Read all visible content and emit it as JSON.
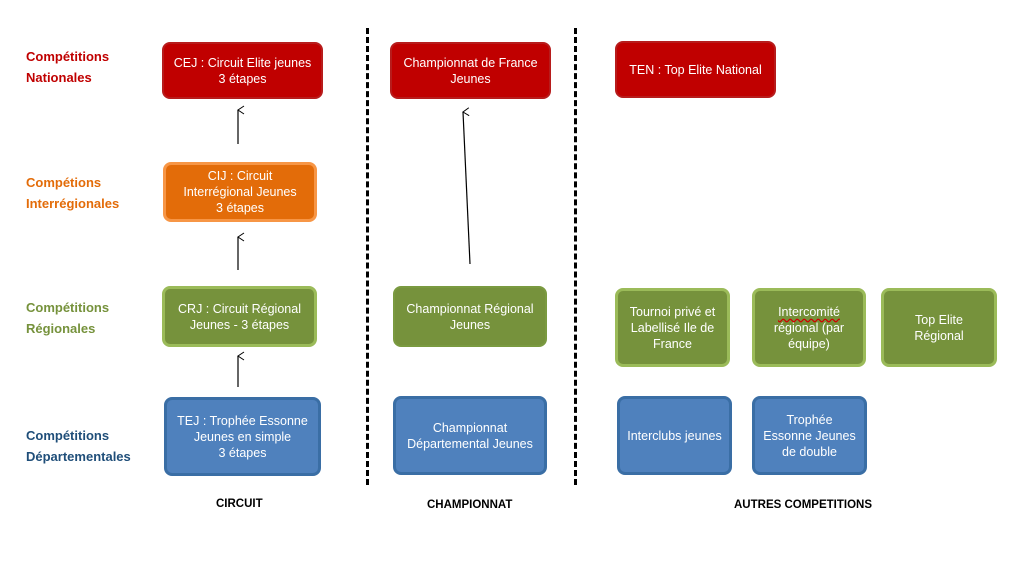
{
  "levels": {
    "nationales": {
      "line1": "Compétitions",
      "line2": "Nationales",
      "color": "#c00000"
    },
    "interregionales": {
      "line1": "Compétions",
      "line2": "Interrégionales",
      "color": "#e36c09"
    },
    "regionales": {
      "line1": "Compétitions",
      "line2": "Régionales",
      "color": "#76923c"
    },
    "departementales": {
      "line1": "Compétitions",
      "line2": "Départementales",
      "color": "#1f4e79"
    }
  },
  "columns": {
    "circuit": "CIRCUIT",
    "championnat": "CHAMPIONNAT",
    "autres": "AUTRES COMPETITIONS"
  },
  "boxes": {
    "cej": "CEJ : Circuit Elite jeunes\n3 étapes",
    "cij": "CIJ : Circuit\nInterrégional Jeunes\n3 étapes",
    "crj": "CRJ : Circuit Régional\nJeunes - 3 étapes",
    "tej": "TEJ : Trophée Essonne\nJeunes en simple\n3 étapes",
    "cfj": "Championnat de France\nJeunes",
    "crj_champ": "Championnat Régional\nJeunes",
    "cdj": "Championnat\nDépartemental Jeunes",
    "ten": "TEN : Top Elite National",
    "tournoi": "Tournoi privé et\nLabellisé Ile de\nFrance",
    "intercomite_word": "Intercomité",
    "intercomite_rest": "régional (par\néquipe)",
    "top_elite_reg": "Top Elite\nRégional",
    "interclubs": "Interclubs jeunes",
    "trophee_double": "Trophée\nEssonne Jeunes\nde double"
  }
}
